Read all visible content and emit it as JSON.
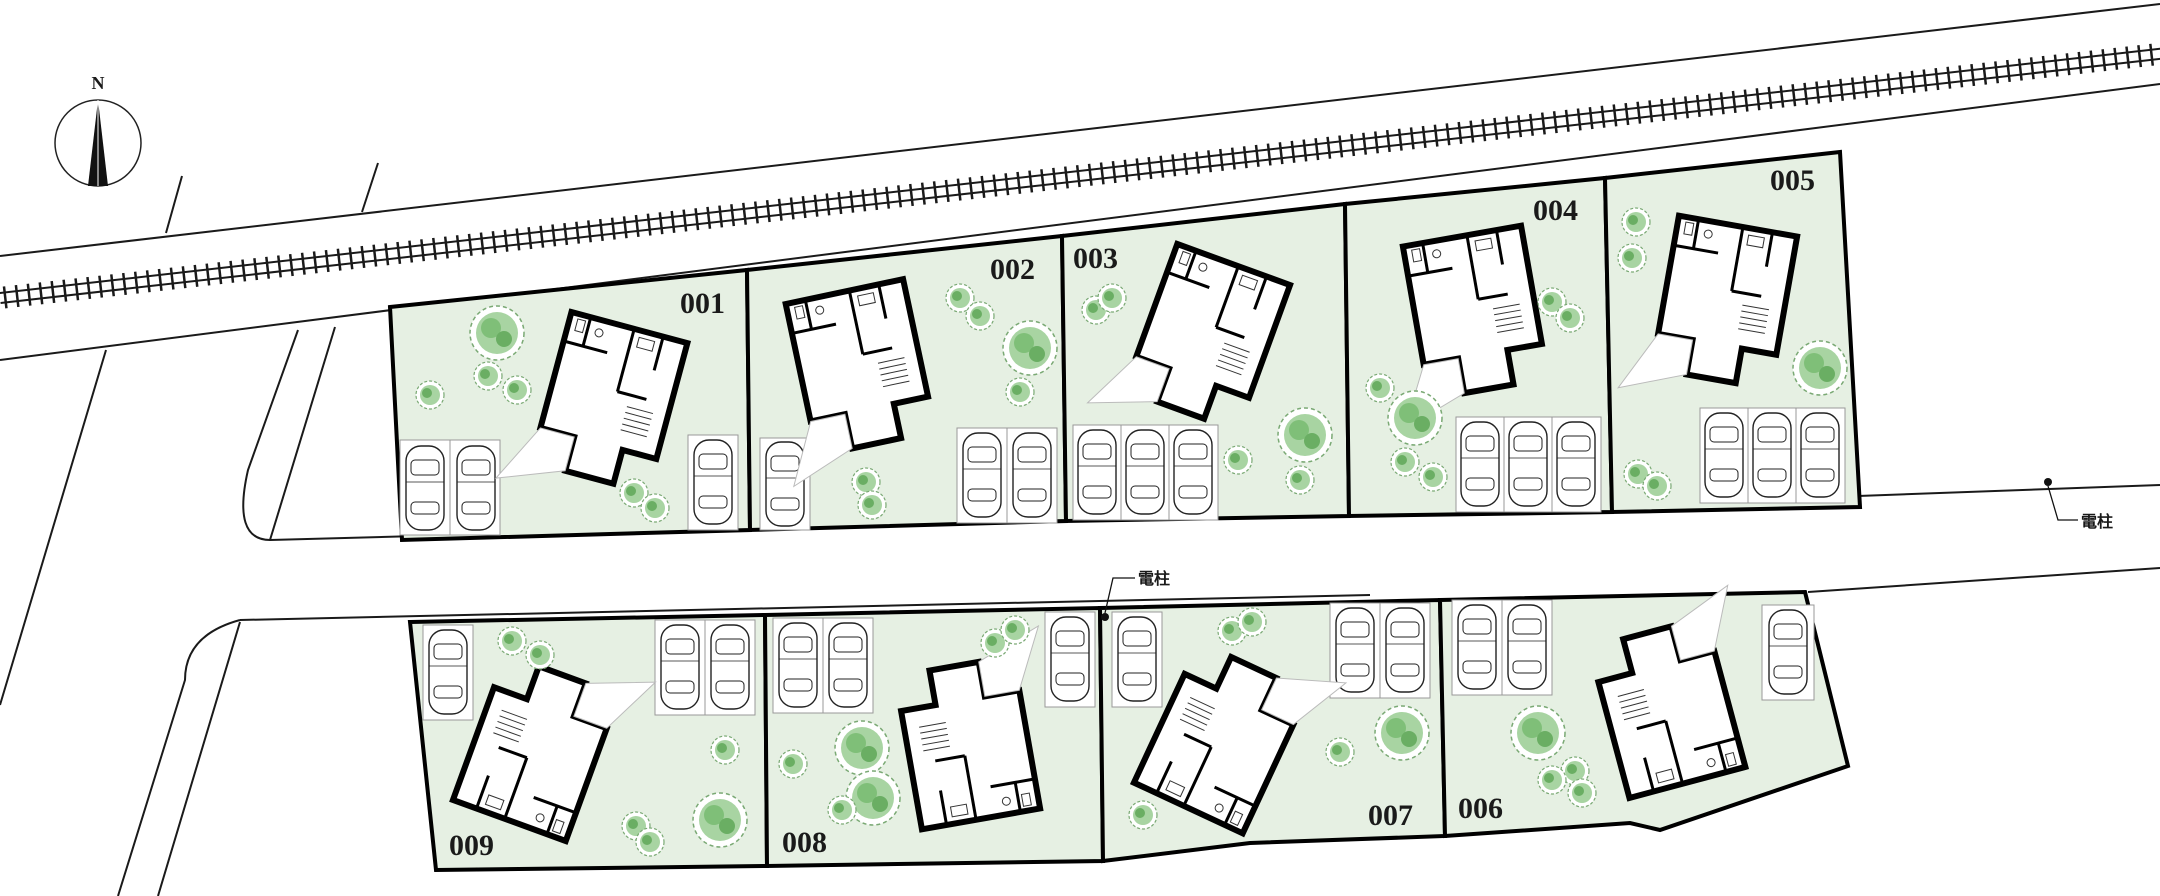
{
  "compass": {
    "label": "N"
  },
  "lots": [
    {
      "id": "001"
    },
    {
      "id": "002"
    },
    {
      "id": "003"
    },
    {
      "id": "004"
    },
    {
      "id": "005"
    },
    {
      "id": "006"
    },
    {
      "id": "007"
    },
    {
      "id": "008"
    },
    {
      "id": "009"
    }
  ],
  "utility_poles": [
    {
      "label": "電柱"
    },
    {
      "label": "電柱"
    }
  ],
  "colors": {
    "lot_fill": "#e6f0e3",
    "outline": "#000000",
    "tree": "#8fc98b",
    "building_fill": "#ffffff"
  }
}
